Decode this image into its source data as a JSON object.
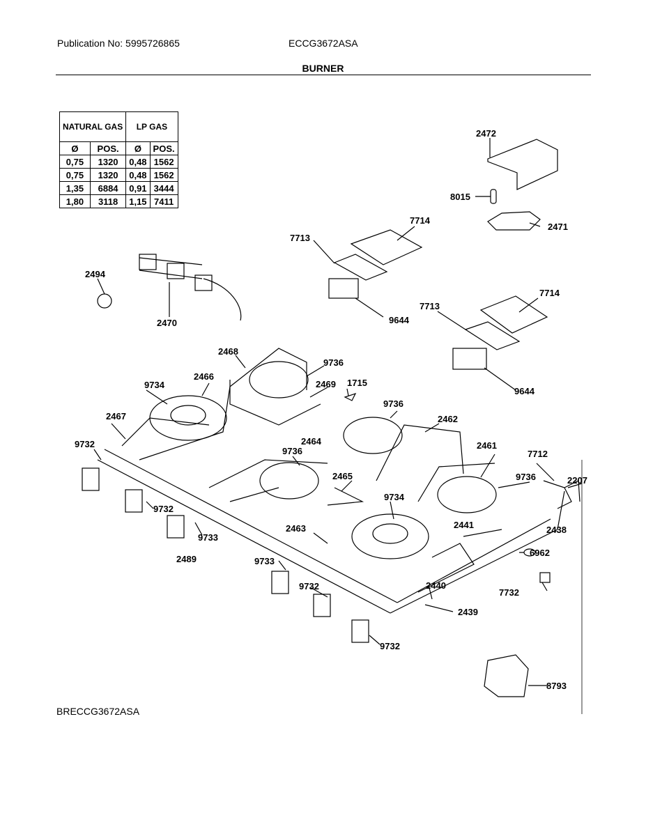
{
  "header": {
    "publication": "Publication No: 5995726865",
    "model": "ECCG3672ASA",
    "section_title": "BURNER"
  },
  "footer": {
    "code": "BRECCG3672ASA"
  },
  "orifice_table": {
    "group_headers": [
      "NATURAL GAS",
      "LP GAS"
    ],
    "sub_headers": [
      "Ø",
      "POS.",
      "Ø",
      "POS."
    ],
    "rows": [
      [
        "0,75",
        "1320",
        "0,48",
        "1562"
      ],
      [
        "0,75",
        "1320",
        "0,48",
        "1562"
      ],
      [
        "1,35",
        "6884",
        "0,91",
        "3444"
      ],
      [
        "1,80",
        "3118",
        "1,15",
        "7411"
      ]
    ]
  },
  "part_labels": [
    "2472",
    "8015",
    "2471",
    "7714",
    "7713",
    "2494",
    "9644",
    "2470",
    "7714",
    "7713",
    "2468",
    "9736",
    "9644",
    "2469",
    "1715",
    "9734",
    "2466",
    "9736",
    "2467",
    "2462",
    "9732",
    "2464",
    "9736",
    "2461",
    "7712",
    "2465",
    "9736",
    "2207",
    "9734",
    "9732",
    "2441",
    "2438",
    "2463",
    "9733",
    "6962",
    "2489",
    "9733",
    "9732",
    "2440",
    "7732",
    "2439",
    "9732",
    "8793"
  ],
  "colors": {
    "ink": "#000000",
    "background": "#ffffff"
  }
}
